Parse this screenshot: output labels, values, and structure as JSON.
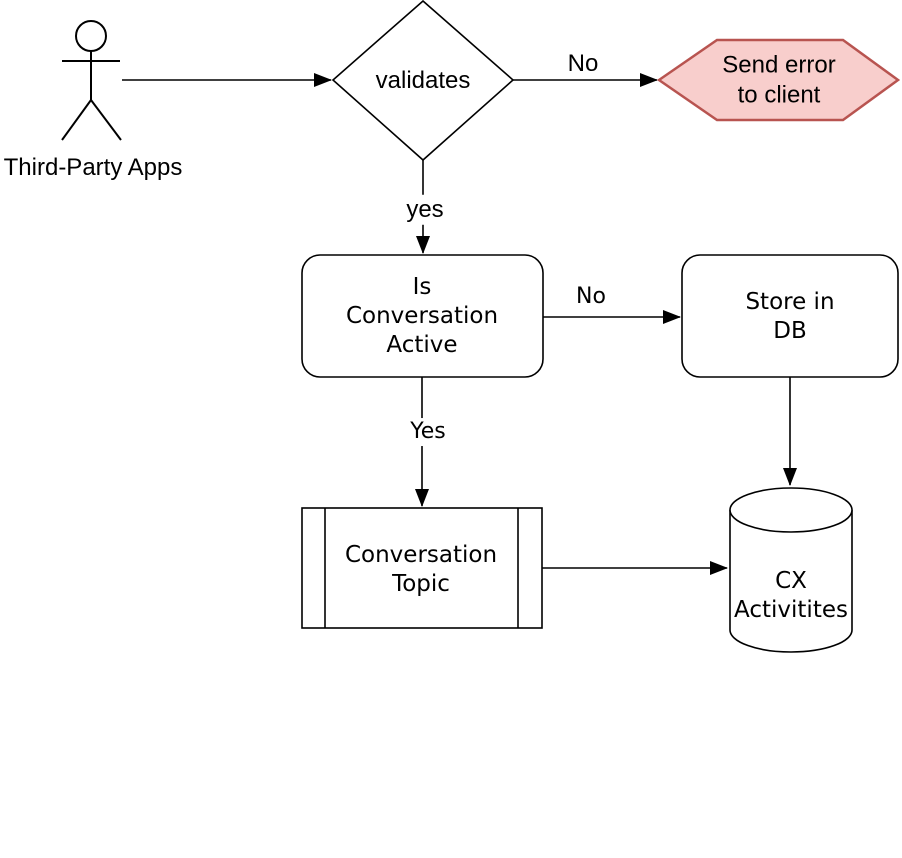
{
  "diagram": {
    "actor": {
      "label": "Third-Party Apps"
    },
    "nodes": {
      "validates": {
        "label": "validates",
        "shape": "decision-diamond"
      },
      "send_error": {
        "label": "Send error to client",
        "shape": "hexagon",
        "fill": "#F8CECC",
        "stroke": "#B85450"
      },
      "is_conversation_active": {
        "label": "Is\nConversation\nActive",
        "shape": "rounded-rectangle"
      },
      "store_in_db": {
        "label": "Store in DB",
        "shape": "rounded-rectangle"
      },
      "conversation_topic": {
        "label": "Conversation\nTopic",
        "shape": "predefined-process"
      },
      "cx_activities": {
        "label": "CX\nActivitites",
        "shape": "database-cylinder"
      }
    },
    "edge_labels": {
      "validates_no": "No",
      "validates_yes": "yes",
      "active_no": "No",
      "active_yes": "Yes"
    },
    "colors": {
      "line_stroke": "#000000",
      "node_fill": "#FFFFFF",
      "error_fill": "#F8CECC",
      "error_stroke": "#B85450",
      "background": "#FFFFFF"
    }
  }
}
